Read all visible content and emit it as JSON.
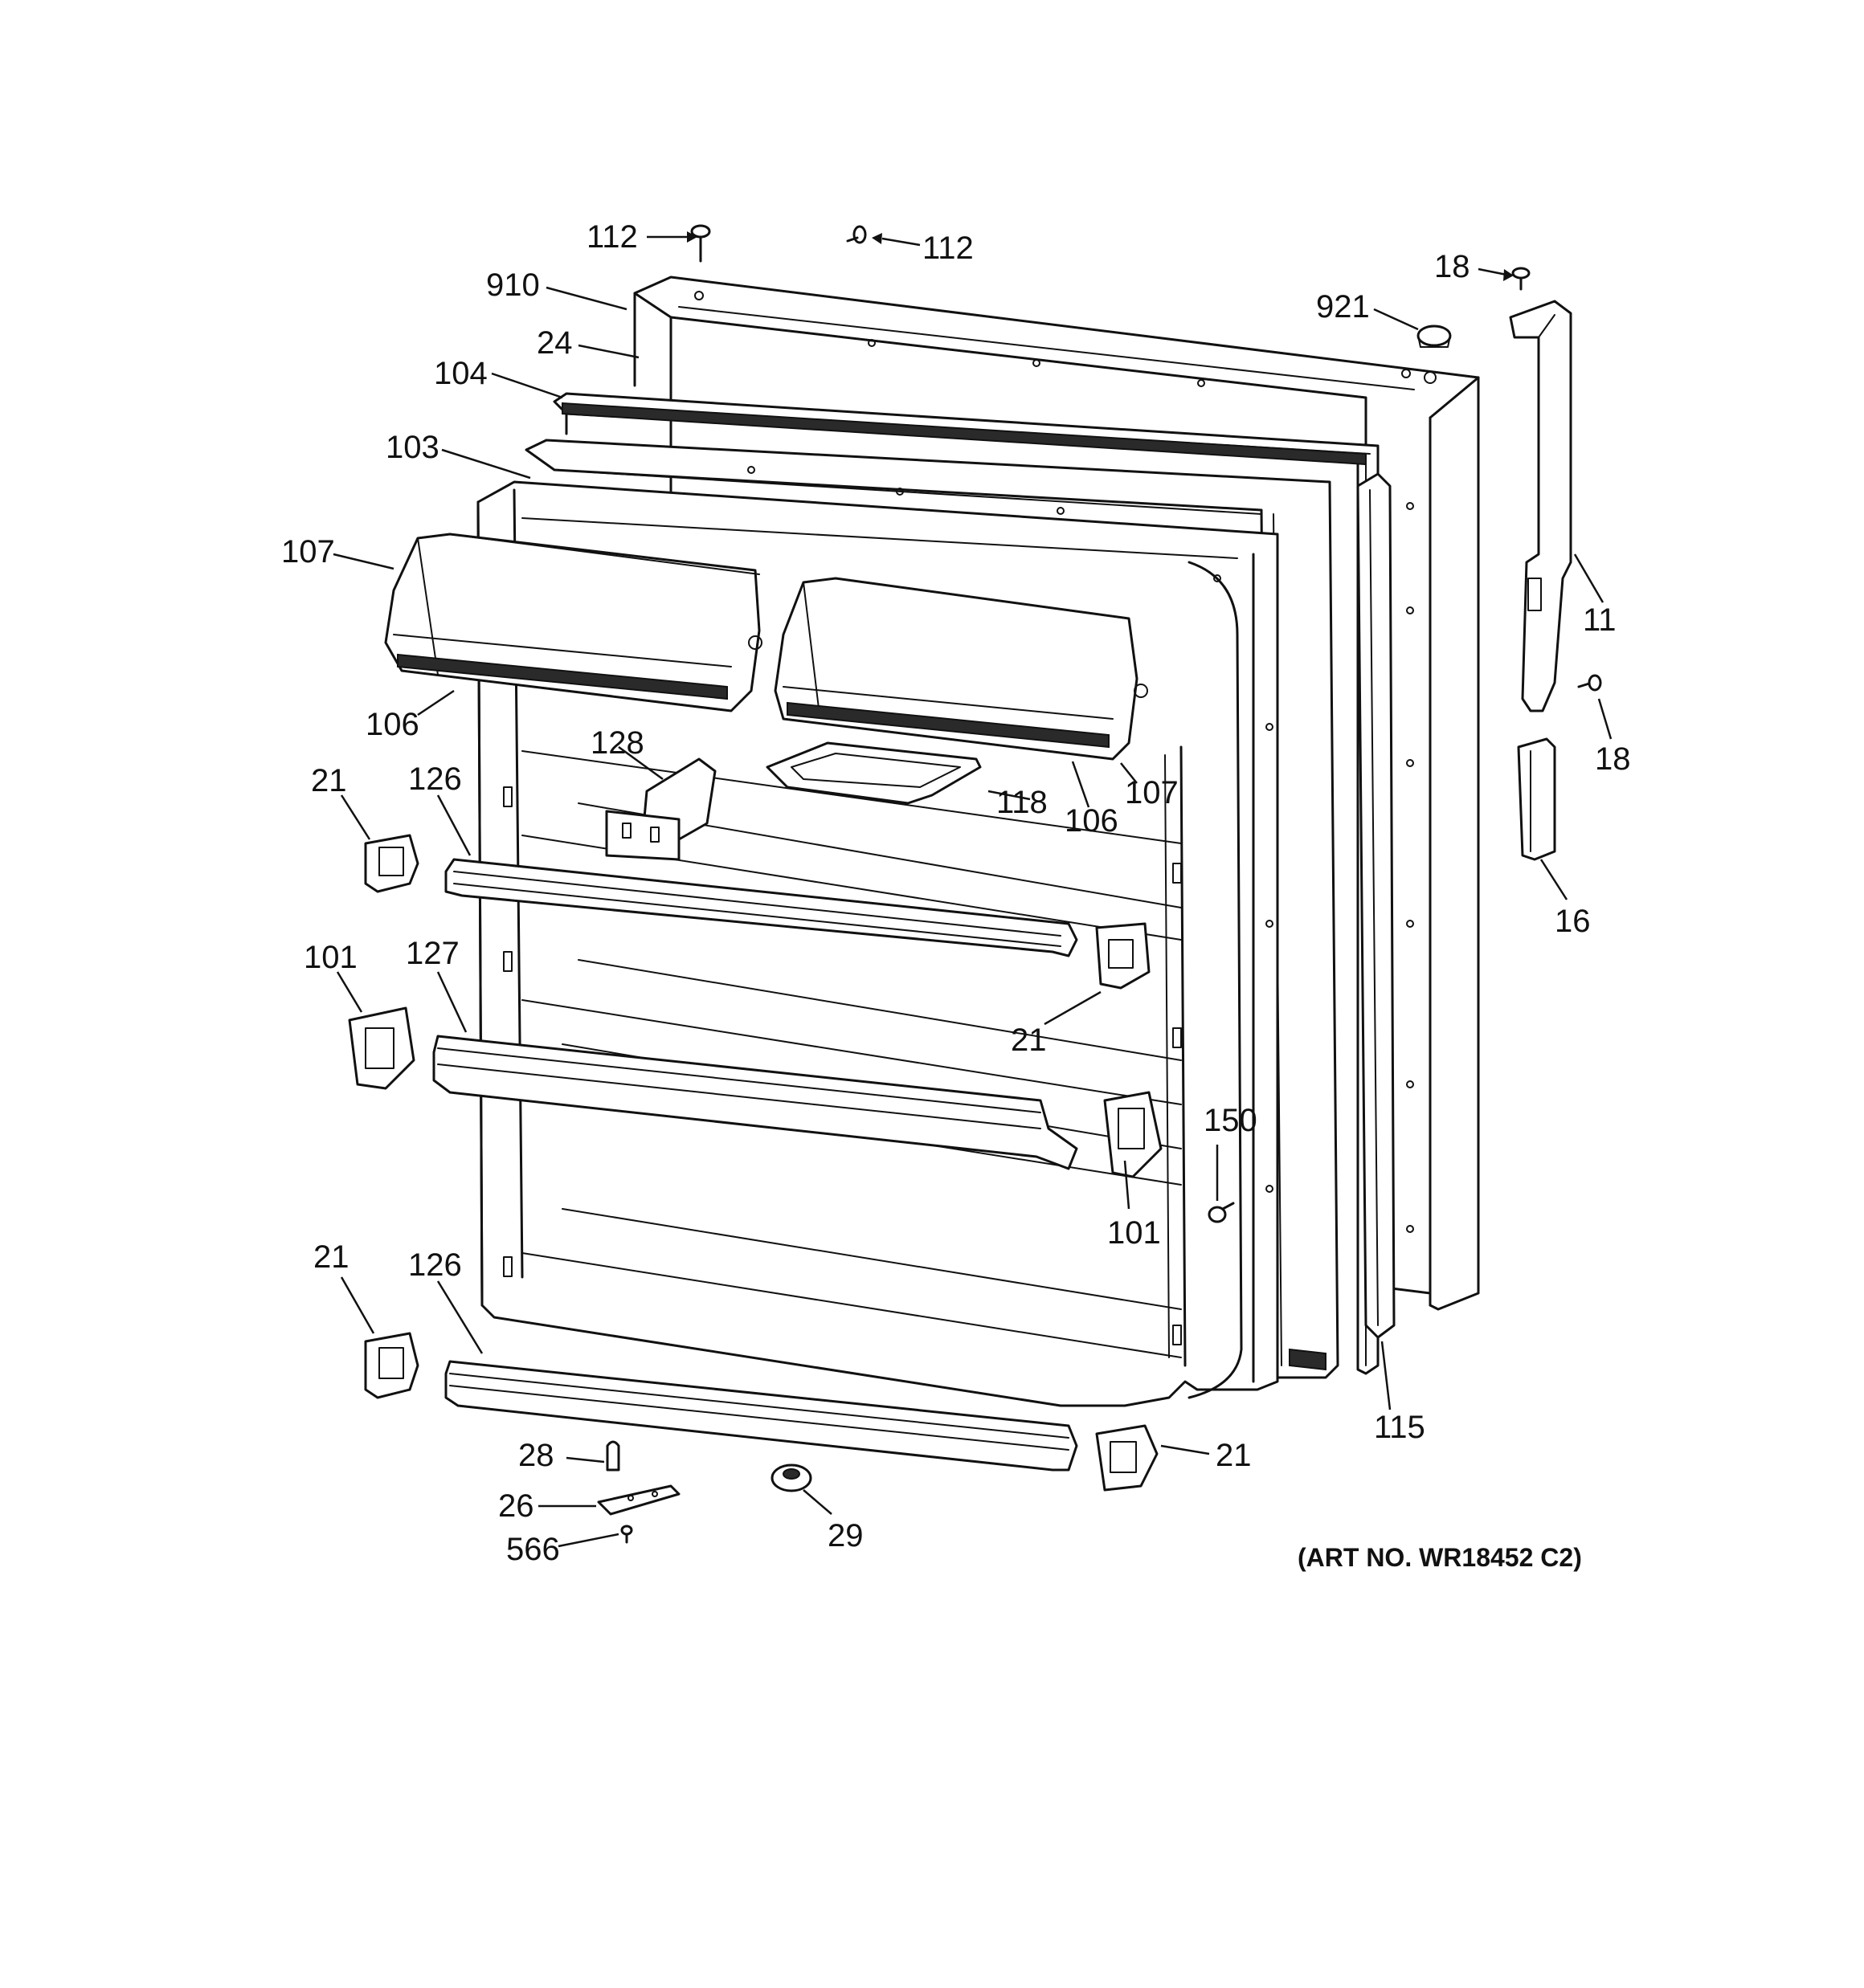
{
  "diagram": {
    "art_number": "(ART NO. WR18452 C2)",
    "callouts": {
      "c_112_left": "112",
      "c_112_right": "112",
      "c_910": "910",
      "c_24": "24",
      "c_104": "104",
      "c_103": "103",
      "c_107_left": "107",
      "c_106_left": "106",
      "c_128": "128",
      "c_21_upper_left": "21",
      "c_126_upper": "126",
      "c_101_left": "101",
      "c_127": "127",
      "c_21_mid": "21",
      "c_118": "118",
      "c_106_right": "106",
      "c_107_right": "107",
      "c_18_top": "18",
      "c_921": "921",
      "c_11": "11",
      "c_18_right": "18",
      "c_16": "16",
      "c_150": "150",
      "c_101_right": "101",
      "c_21_lower_left": "21",
      "c_126_lower": "126",
      "c_115": "115",
      "c_21_lower_right": "21",
      "c_28": "28",
      "c_26": "26",
      "c_566": "566",
      "c_29": "29"
    }
  }
}
